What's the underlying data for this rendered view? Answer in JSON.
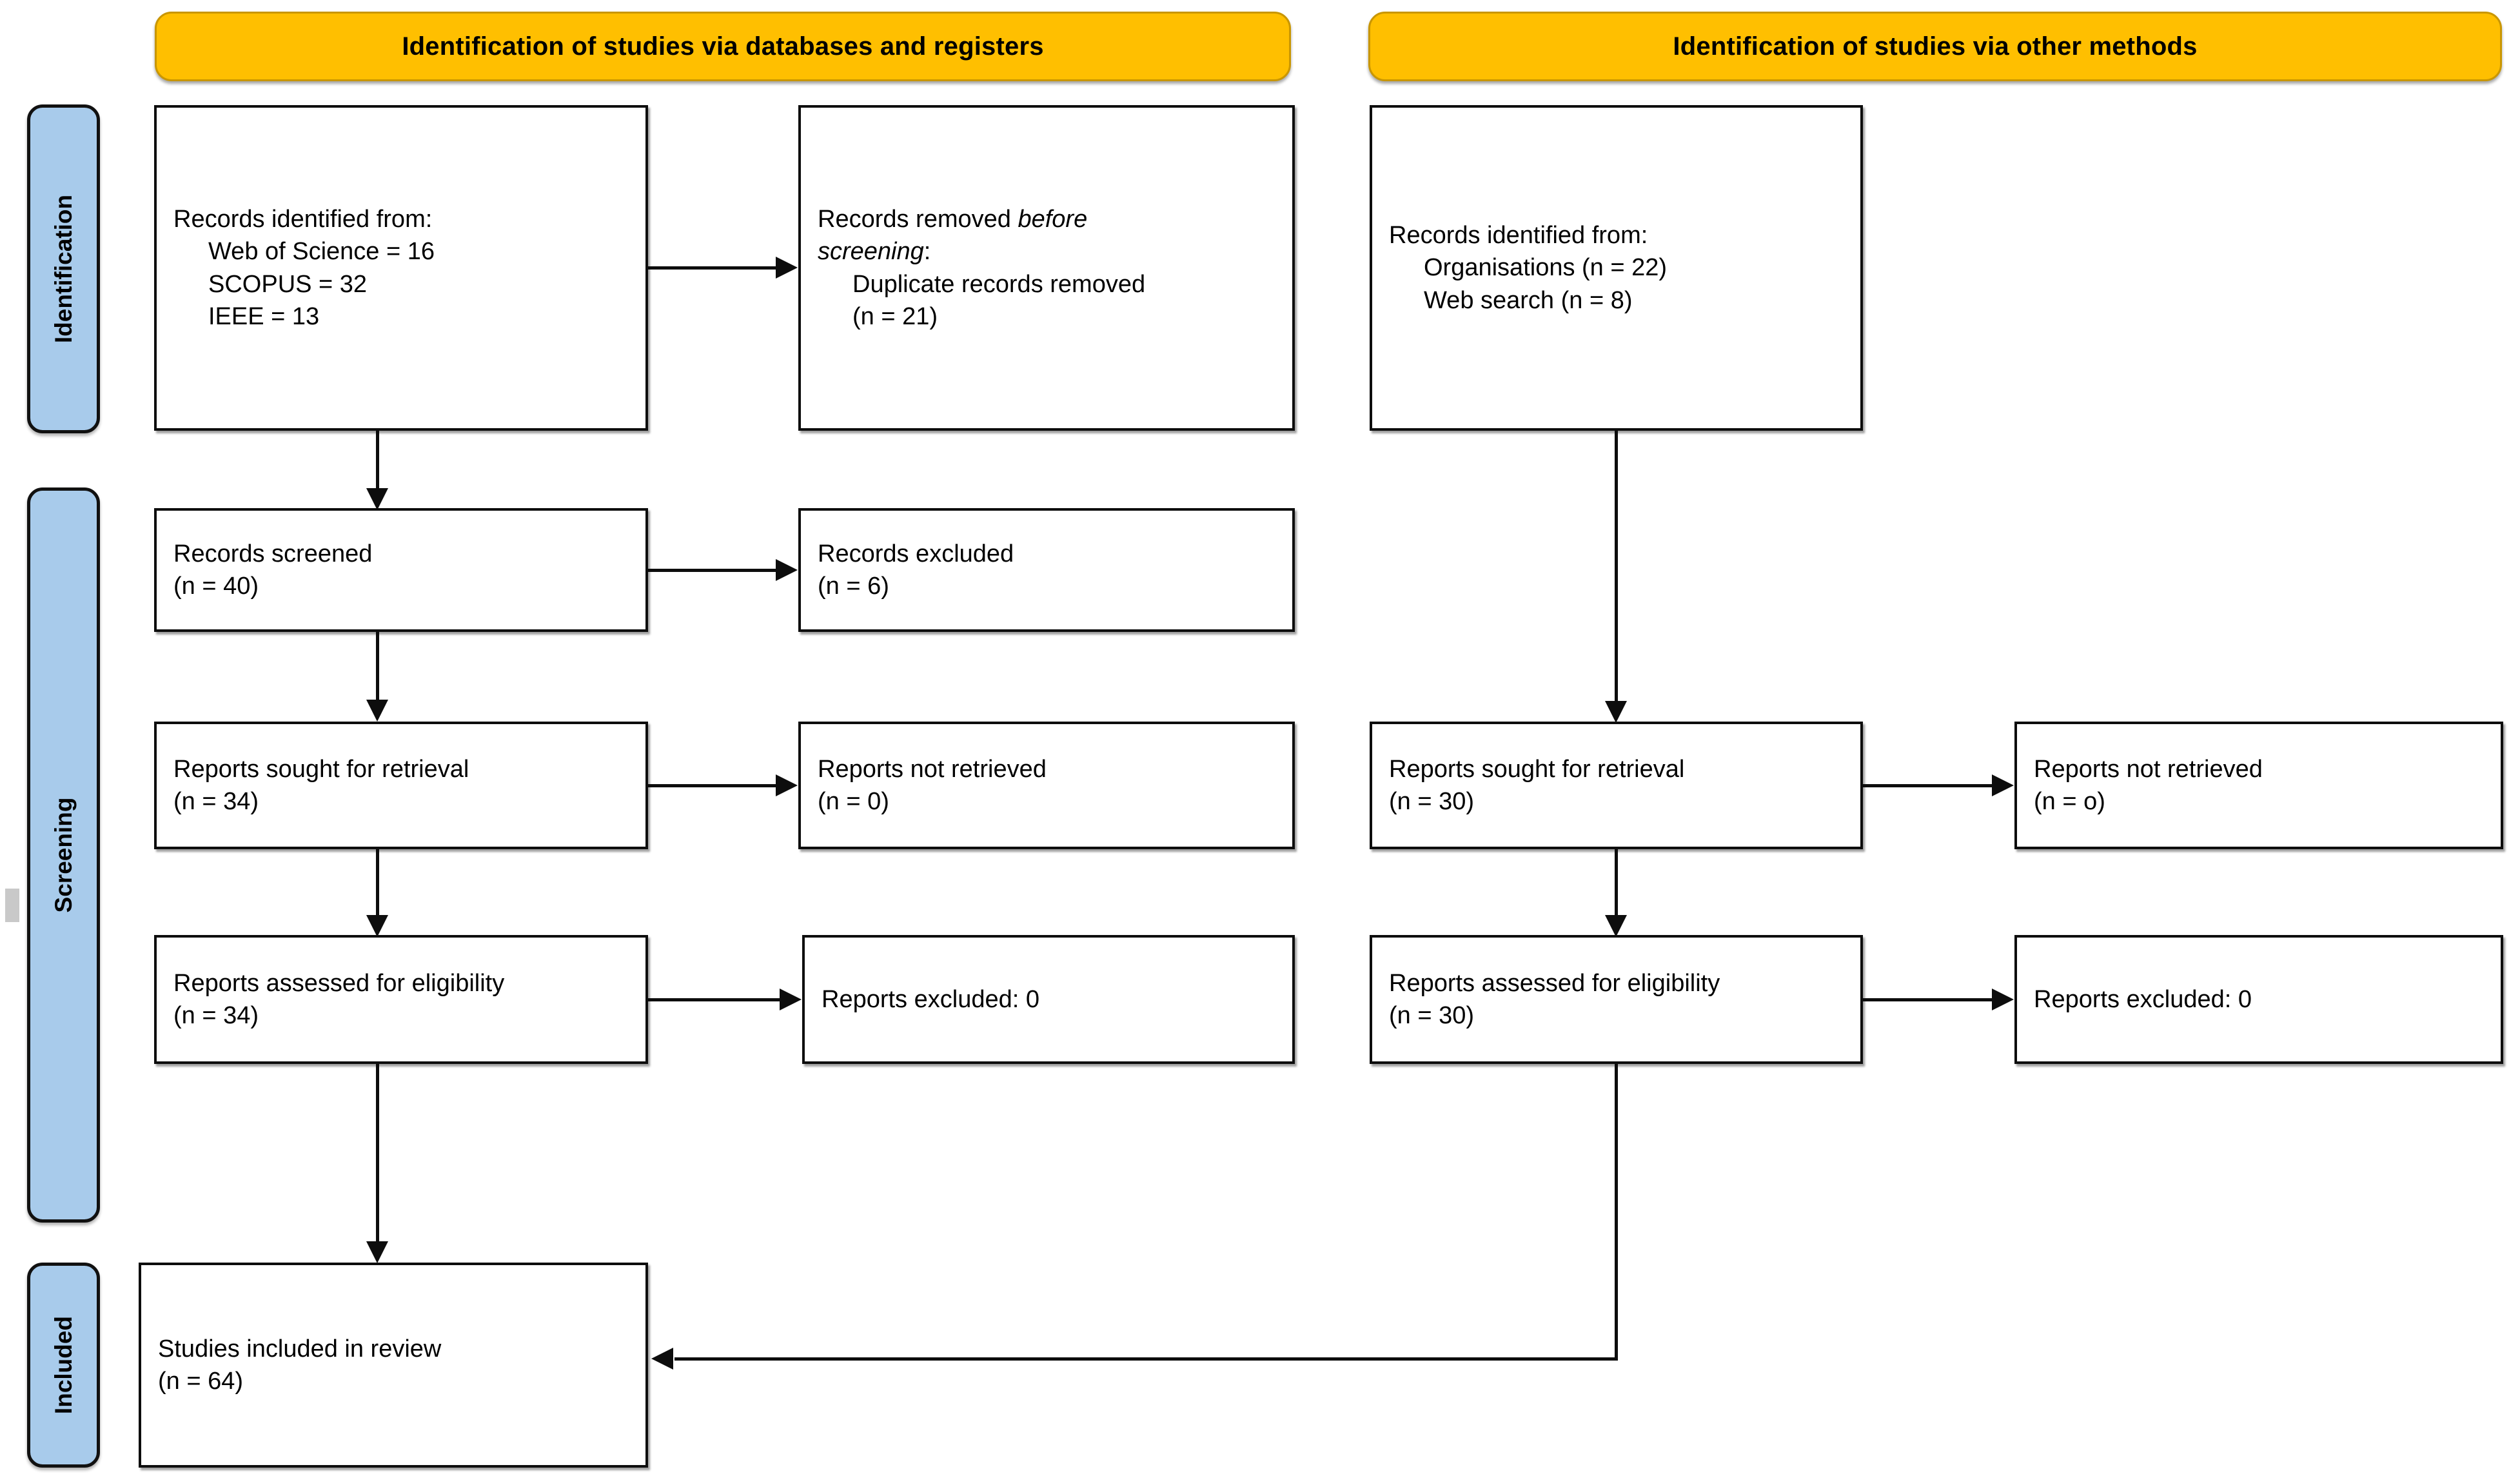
{
  "headers": [
    {
      "id": "databases",
      "label": "Identification of studies via databases and registers"
    },
    {
      "id": "other",
      "label": "Identification of studies via other methods"
    }
  ],
  "phases": [
    {
      "id": "identification",
      "label": "Identification"
    },
    {
      "id": "screening",
      "label": "Screening"
    },
    {
      "id": "included",
      "label": "Included"
    }
  ],
  "colors": {
    "header_fill": "#FFBF00",
    "header_border": "#C99600",
    "phase_fill": "#A8CBEB",
    "phase_border": "#111111",
    "box_border": "#0D0D0D",
    "box_fill": "#FFFFFF",
    "connector": "#0D0D0D",
    "page_background": "#FFFFFF"
  },
  "boxes": {
    "db_identified": {
      "name": "Records identified from (databases)",
      "lines": [
        {
          "text": "Records identified from:",
          "indent": false
        },
        {
          "text": "Web of Science = 16",
          "indent": true
        },
        {
          "text": "SCOPUS = 32",
          "indent": true
        },
        {
          "text": "IEEE = 13",
          "indent": true
        }
      ]
    },
    "db_removed": {
      "name": "Records removed before screening",
      "lines": [
        {
          "text": "Records removed ",
          "indent": false,
          "italic_tail": "before"
        },
        {
          "text": "screening",
          "indent": false,
          "italic_head": true,
          "tail": ":"
        },
        {
          "text": "Duplicate records removed",
          "indent": true
        },
        {
          "text": "(n = 21)",
          "indent": true
        }
      ]
    },
    "db_screened": {
      "name": "Records screened",
      "lines": [
        {
          "text": "Records screened",
          "indent": false
        },
        {
          "text": "(n = 40)",
          "indent": false
        }
      ]
    },
    "db_excluded": {
      "name": "Records excluded",
      "lines": [
        {
          "text": "Records excluded",
          "indent": false
        },
        {
          "text": "(n = 6)",
          "indent": false
        }
      ]
    },
    "db_sought": {
      "name": "Reports sought for retrieval (databases)",
      "lines": [
        {
          "text": "Reports sought for retrieval",
          "indent": false
        },
        {
          "text": "(n = 34)",
          "indent": false
        }
      ]
    },
    "db_not_retrieved": {
      "name": "Reports not retrieved (databases)",
      "lines": [
        {
          "text": "Reports not retrieved",
          "indent": false
        },
        {
          "text": "(n = 0)",
          "indent": false
        }
      ]
    },
    "db_assessed": {
      "name": "Reports assessed for eligibility (databases)",
      "lines": [
        {
          "text": "Reports assessed for eligibility",
          "indent": false
        },
        {
          "text": "(n = 34)",
          "indent": false
        }
      ]
    },
    "db_reports_excluded": {
      "name": "Reports excluded (databases)",
      "lines": [
        {
          "text": "Reports excluded: 0",
          "indent": false
        }
      ]
    },
    "other_identified": {
      "name": "Records identified from (other methods)",
      "lines": [
        {
          "text": "Records identified from:",
          "indent": false
        },
        {
          "text": "Organisations (n = 22)",
          "indent": true
        },
        {
          "text": "Web search (n = 8)",
          "indent": true
        }
      ]
    },
    "other_sought": {
      "name": "Reports sought for retrieval (other methods)",
      "lines": [
        {
          "text": "Reports sought for retrieval",
          "indent": false
        },
        {
          "text": "(n = 30)",
          "indent": false
        }
      ]
    },
    "other_not_retrieved": {
      "name": "Reports not retrieved (other methods)",
      "lines": [
        {
          "text": "Reports not retrieved",
          "indent": false
        },
        {
          "text": "(n = o)",
          "indent": false
        }
      ]
    },
    "other_assessed": {
      "name": "Reports assessed for eligibility (other methods)",
      "lines": [
        {
          "text": "Reports assessed for eligibility",
          "indent": false
        },
        {
          "text": "(n = 30)",
          "indent": false
        }
      ]
    },
    "other_reports_excluded": {
      "name": "Reports excluded (other methods)",
      "lines": [
        {
          "text": "Reports excluded: 0",
          "indent": false
        }
      ]
    },
    "included": {
      "name": "Studies included in review",
      "lines": [
        {
          "text": "Studies included in review",
          "indent": false
        },
        {
          "text": "(n = 64)",
          "indent": false
        }
      ]
    }
  },
  "flow_data": {
    "type": "flowchart",
    "title": "PRISMA 2020 flow diagram",
    "counts": {
      "web_of_science": 16,
      "scopus": 32,
      "ieee": 13,
      "duplicates_removed": 21,
      "records_screened": 40,
      "records_excluded": 6,
      "db_reports_sought": 34,
      "db_reports_not_retrieved": 0,
      "db_reports_assessed": 34,
      "db_reports_excluded": 0,
      "other_organisations": 22,
      "other_web_search": 8,
      "other_reports_sought": 30,
      "other_reports_not_retrieved": 0,
      "other_reports_assessed": 30,
      "other_reports_excluded": 0,
      "studies_included": 64
    }
  }
}
